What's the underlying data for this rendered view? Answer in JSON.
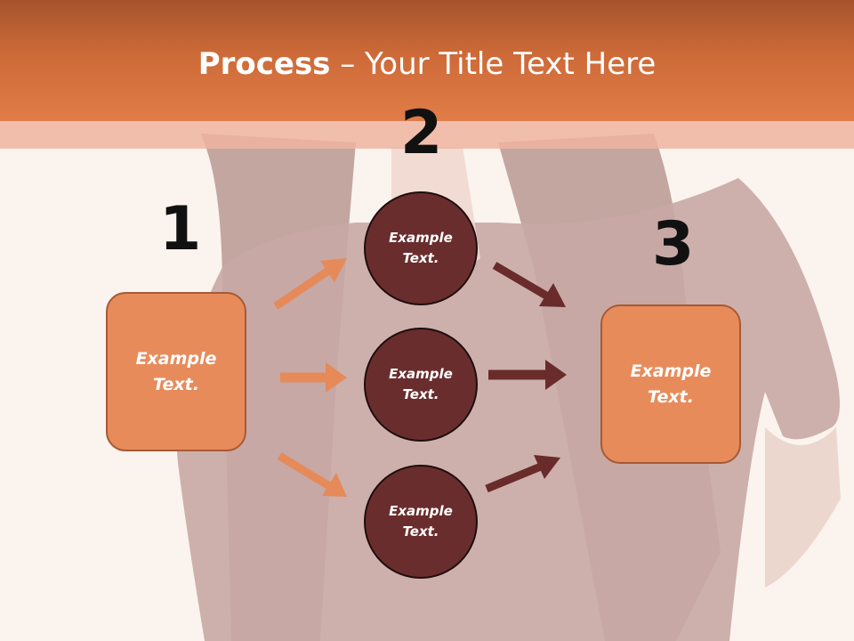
{
  "title": {
    "bold": "Process",
    "rest": " – Your Title Text Here"
  },
  "steps": {
    "one": "1",
    "two": "2",
    "three": "3"
  },
  "left_box": {
    "label": "Example Text."
  },
  "right_box": {
    "label": "Example Text."
  },
  "circles": [
    {
      "label": "Example Text."
    },
    {
      "label": "Example Text."
    },
    {
      "label": "Example Text."
    }
  ],
  "colors": {
    "accent": "#e07d48",
    "box_fill": "#e88b5b",
    "circle_fill": "#6a2d2d",
    "arrow_light": "#e58a58",
    "arrow_dark": "#6a2b2b"
  }
}
